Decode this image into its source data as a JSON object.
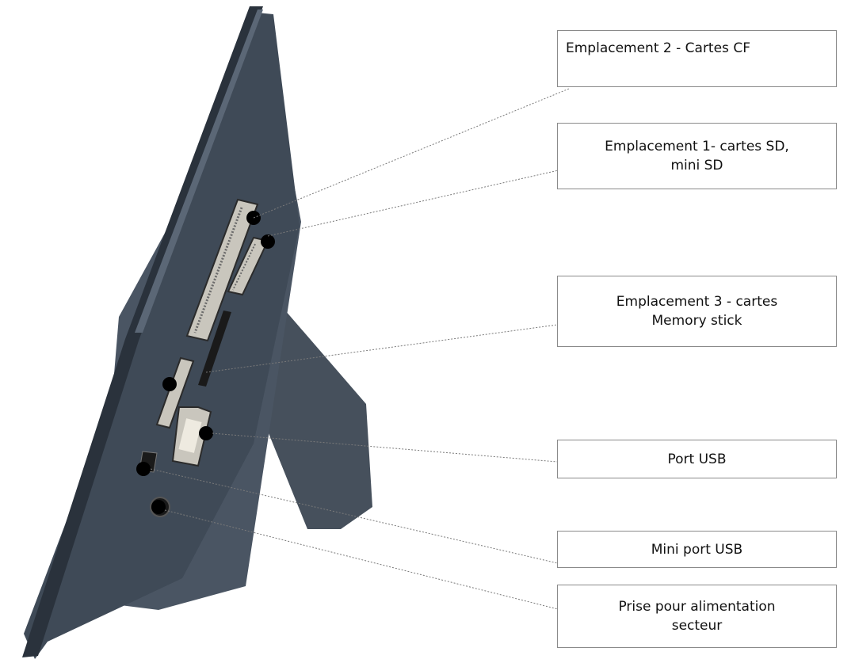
{
  "callouts": {
    "cf": "Emplacement 2 - Cartes CF",
    "sd": "Emplacement 1- cartes SD,\nmini SD",
    "ms": "Emplacement 3 - cartes\nMemory stick",
    "usb": "Port USB",
    "mini_usb": "Mini port USB",
    "power": "Prise pour alimentation\nsecteur"
  },
  "colors": {
    "frame_body": "#3f4a57",
    "frame_edge": "#2a323c",
    "stand": "#46505c",
    "port": "#c9c6bd",
    "marker": "#000000",
    "leader_line": "#7a7a7a"
  }
}
